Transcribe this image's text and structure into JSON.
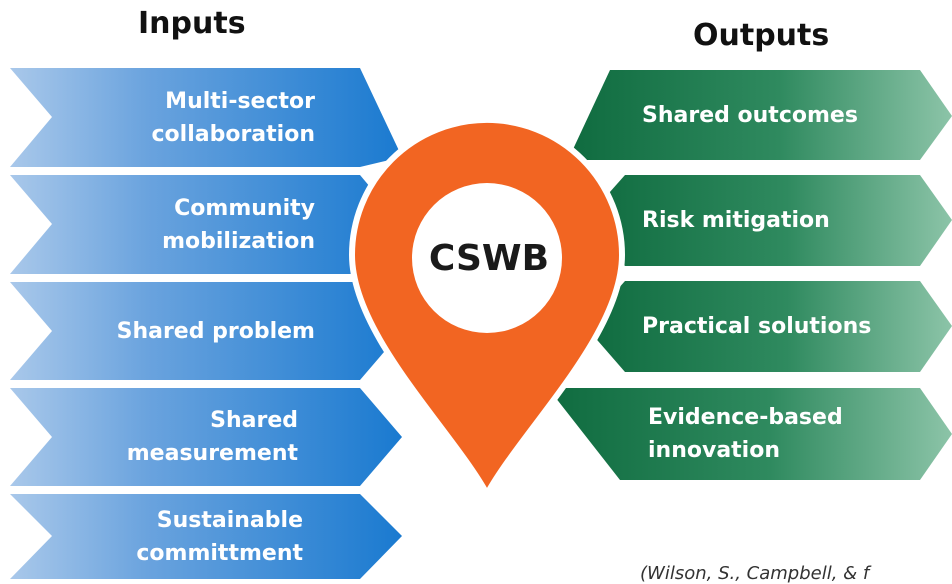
{
  "headings": {
    "inputs": "Inputs",
    "outputs": "Outputs"
  },
  "center": {
    "label": "CSWB"
  },
  "inputs": [
    {
      "label": "Multi-sector\ncollaboration"
    },
    {
      "label": "Community\nmobilization"
    },
    {
      "label": "Shared problem"
    },
    {
      "label": "Shared\nmeasurement"
    },
    {
      "label": "Sustainable\ncommittment"
    }
  ],
  "outputs": [
    {
      "label": "Shared outcomes"
    },
    {
      "label": "Risk mitigation"
    },
    {
      "label": "Practical solutions"
    },
    {
      "label": "Evidence-based\ninnovation"
    }
  ],
  "citation": {
    "text": "(Wilson, S., Campbell, & f"
  },
  "colors": {
    "input_dark": "#1a7ad0",
    "input_light": "#a9c8ea",
    "output_dark": "#1a7a4e",
    "output_light": "#8cc4a8",
    "pin": "#f26522",
    "pin_center": "#ffffff"
  }
}
